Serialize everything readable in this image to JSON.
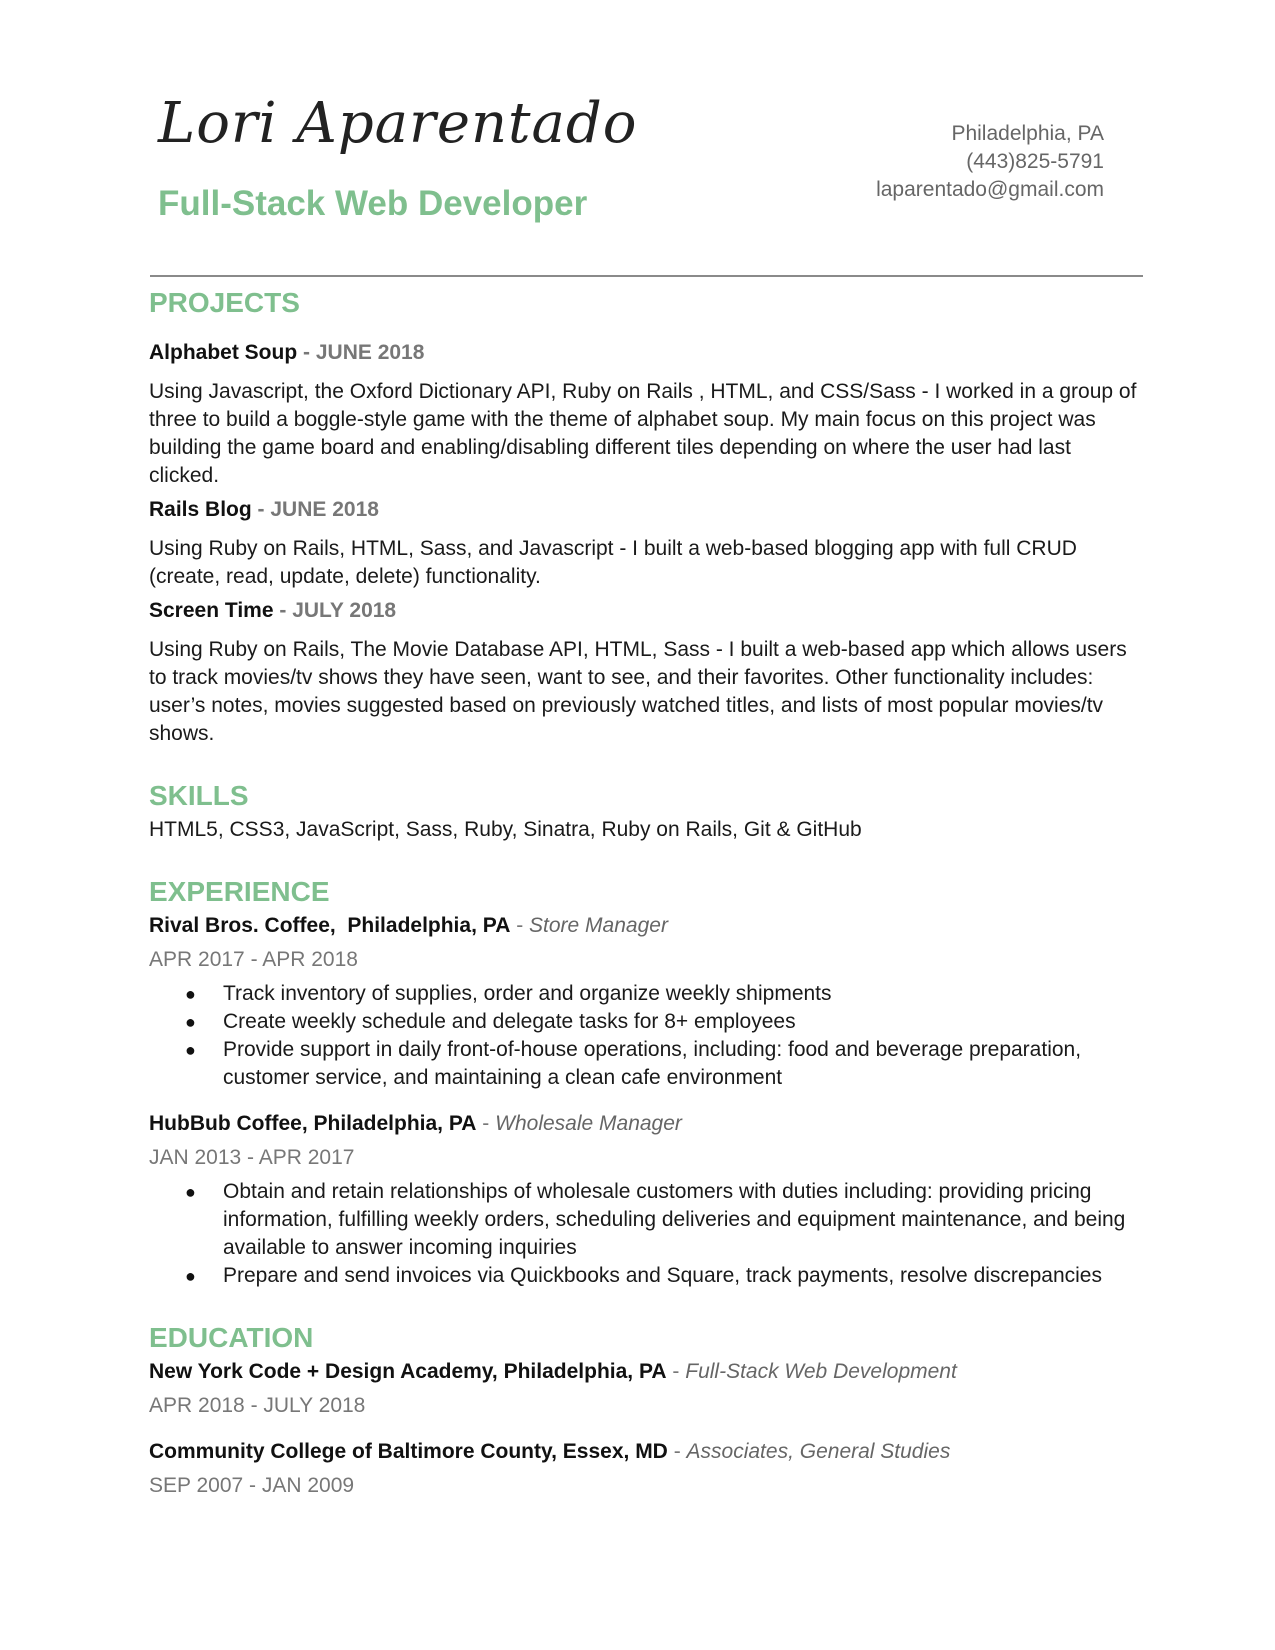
{
  "header": {
    "name": "Lori Aparentado",
    "role": "Full-Stack Web Developer",
    "location": "Philadelphia, PA",
    "phone": "(443)825-5791",
    "email": "laparentado@gmail.com"
  },
  "projects": {
    "heading": "PROJECTS",
    "items": [
      {
        "name": "Alphabet Soup",
        "date": "JUNE 2018",
        "description": "Using Javascript, the Oxford Dictionary API, Ruby on Rails , HTML, and CSS/Sass - I worked in a group of three to build a boggle-style game with the theme of alphabet soup. My main focus on this project was building the game board and enabling/disabling different tiles depending on where the user had last clicked."
      },
      {
        "name": "Rails Blog",
        "date": "JUNE 2018",
        "description": "Using Ruby on Rails, HTML, Sass, and Javascript - I built a web-based blogging app with full CRUD (create, read, update, delete) functionality."
      },
      {
        "name": "Screen Time",
        "date": "JULY 2018",
        "description": "Using Ruby on Rails, The Movie Database API, HTML, Sass - I built a web-based app which allows users to track movies/tv shows they have seen, want to see, and their favorites. Other functionality includes: user’s notes, movies suggested based on previously watched titles, and lists of most popular movies/tv shows."
      }
    ]
  },
  "skills": {
    "heading": "SKILLS",
    "text": "HTML5, CSS3, JavaScript, Sass, Ruby, Sinatra, Ruby on Rails, Git & GitHub"
  },
  "experience": {
    "heading": "EXPERIENCE",
    "jobs": [
      {
        "org": "Rival Bros. Coffee,  Philadelphia, PA",
        "title": "Store Manager",
        "dates": "APR 2017 - APR 2018",
        "bullets": [
          "Track inventory of supplies, order and organize weekly shipments",
          "Create weekly schedule and delegate tasks for 8+ employees",
          "Provide support in daily front-of-house operations, including: food and beverage preparation, customer service, and maintaining a clean cafe environment"
        ]
      },
      {
        "org": "HubBub Coffee, Philadelphia, PA",
        "title": "Wholesale Manager",
        "dates": "JAN 2013 - APR 2017",
        "bullets": [
          "Obtain and retain relationships of wholesale customers with duties including: providing pricing information, fulfilling weekly orders, scheduling deliveries and equipment maintenance, and being available to answer incoming inquiries",
          "Prepare and send invoices via Quickbooks and Square, track payments, resolve discrepancies"
        ]
      }
    ]
  },
  "education": {
    "heading": "EDUCATION",
    "schools": [
      {
        "org": "New York Code + Design Academy, Philadelphia, PA",
        "title": "Full-Stack Web Development",
        "dates": "APR 2018 - JULY 2018"
      },
      {
        "org": "Community College of Baltimore County, Essex, MD",
        "title": "Associates, General Studies",
        "dates": "SEP 2007 - JAN 2009"
      }
    ]
  },
  "separator": " - "
}
